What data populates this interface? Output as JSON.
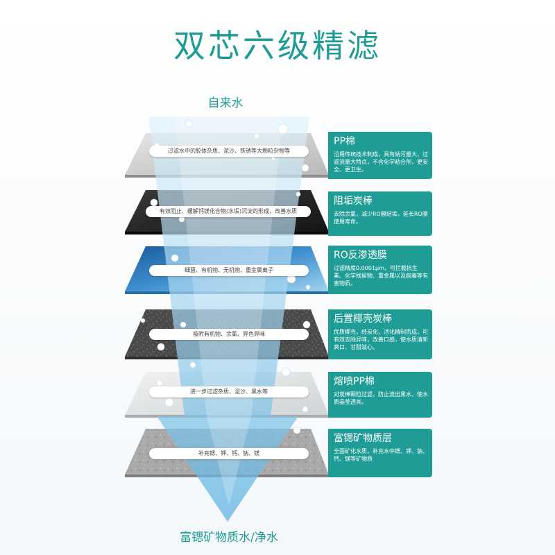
{
  "title": "双芯六级精滤",
  "inlet_label": "自来水",
  "outlet_label": "富锶矿物质水/净水",
  "colors": {
    "accent": "#1f9c95"
  },
  "layers": [
    {
      "bar_text": "过滤水中的胶体杂质、泥沙、铁锈等大颗粒杂物等",
      "title": "PP棉",
      "desc": "沿用传统技术制成，具有纳污量大、过滤流量大特点，不含化学粘合剂，更安全、更卫生。"
    },
    {
      "bar_text": "有效阻止、缓解钙镁化合物(水垢)沉淀的形成，改善水质",
      "title": "阻垢炭棒",
      "desc": "去除余氯，减少RO膜结垢，延长RO膜使用寿命。"
    },
    {
      "bar_text": "细菌、有机物、无机物、重金属离子",
      "title": "RO反渗透膜",
      "desc": "过滤精度0.0001μm，可拦截抗生素、化学残留物、重金属以及病毒等有害物质。"
    },
    {
      "bar_text": "吸附有机物、余氯、异色异味",
      "title": "后置椰壳炭棒",
      "desc": "优质椰壳，经炭化，活化精制而成，可有效去除异味，改善口感，使水质清新爽口、甘甜滋心。"
    },
    {
      "bar_text": "进一步过滤杂质、泥沙、黑水等",
      "title": "熔喷PP棉",
      "desc": "对炭棒颗粒过滤，防止流出黑水，使水质晶莹透亮。"
    },
    {
      "bar_text": "补充锶、钾、钙、钠、镁",
      "title": "富锶矿物质层",
      "desc": "全面矿化水质，补充水中锶、钾、钠、钙、镁等矿物质"
    }
  ]
}
